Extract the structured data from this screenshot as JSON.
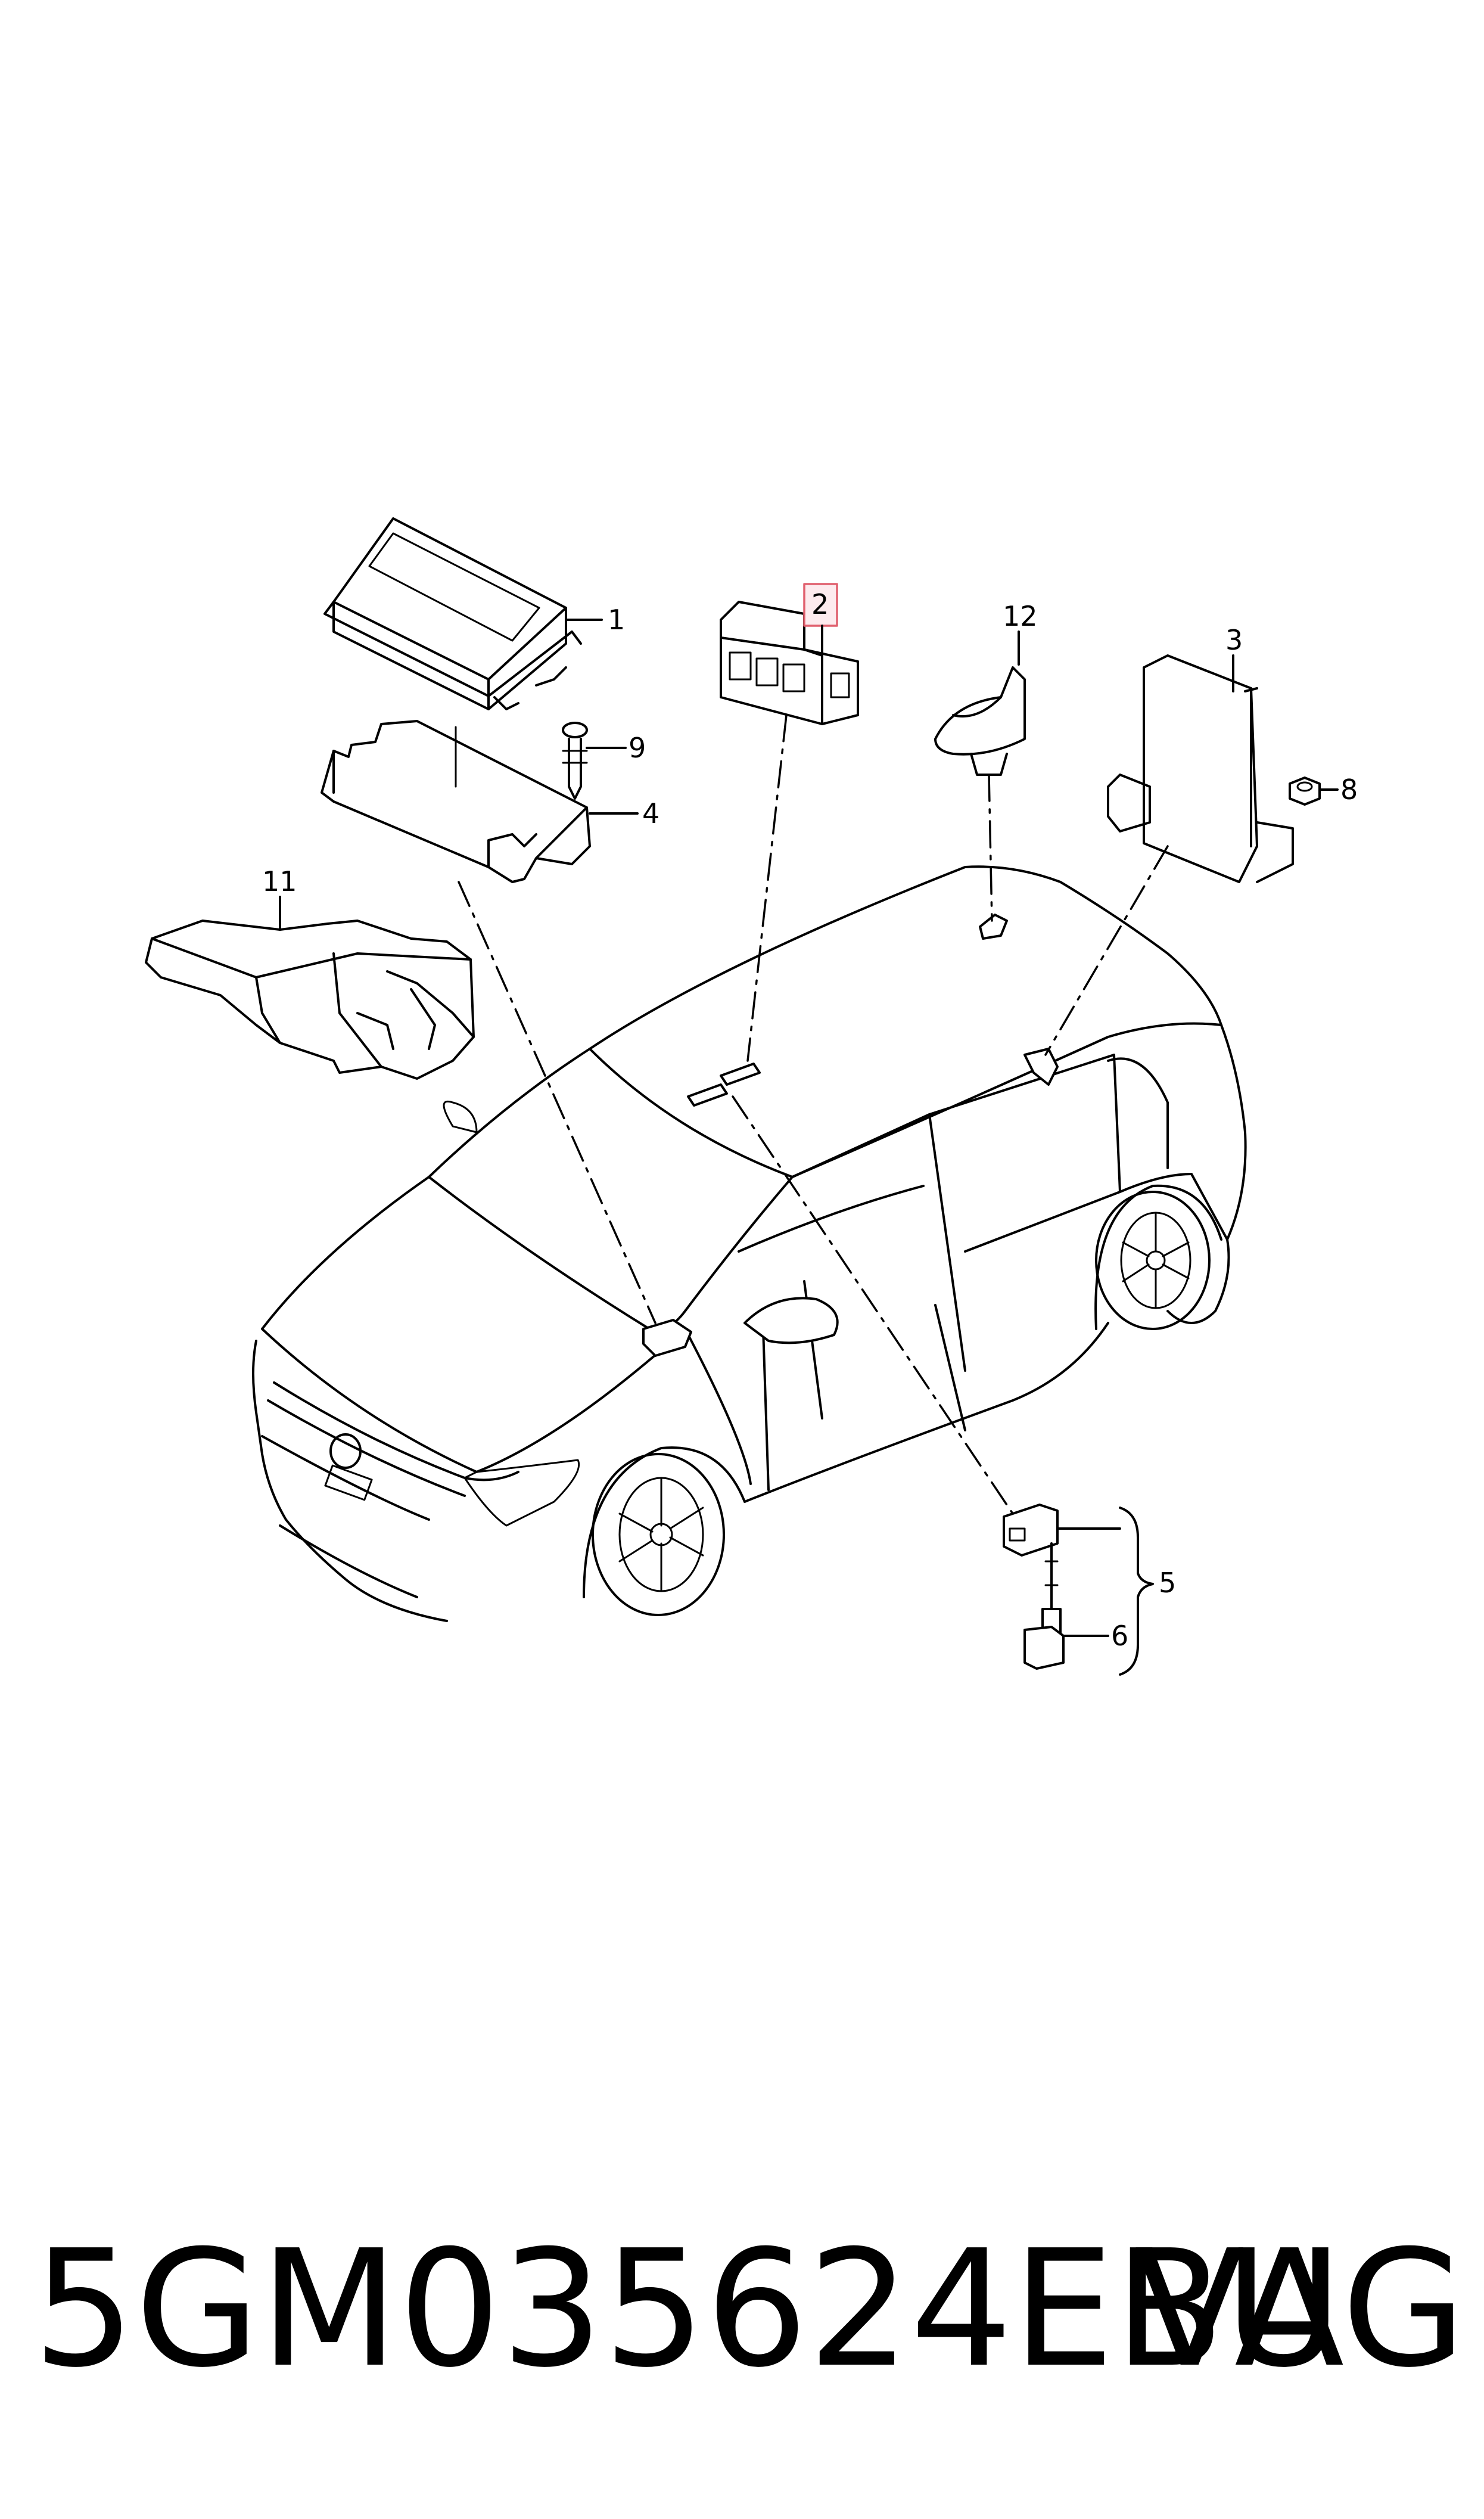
{
  "diagram": {
    "callouts": {
      "c1": "1",
      "c2": "2",
      "c3": "3",
      "c4": "4",
      "c5": "5",
      "c6": "6",
      "c8": "8",
      "c9": "9",
      "c11": "11",
      "c12": "12"
    },
    "highlighted_callout": "2",
    "highlight_color": "#e0606e"
  },
  "footer": {
    "part_number": "5GM035624EBU",
    "brand": "VAG"
  }
}
